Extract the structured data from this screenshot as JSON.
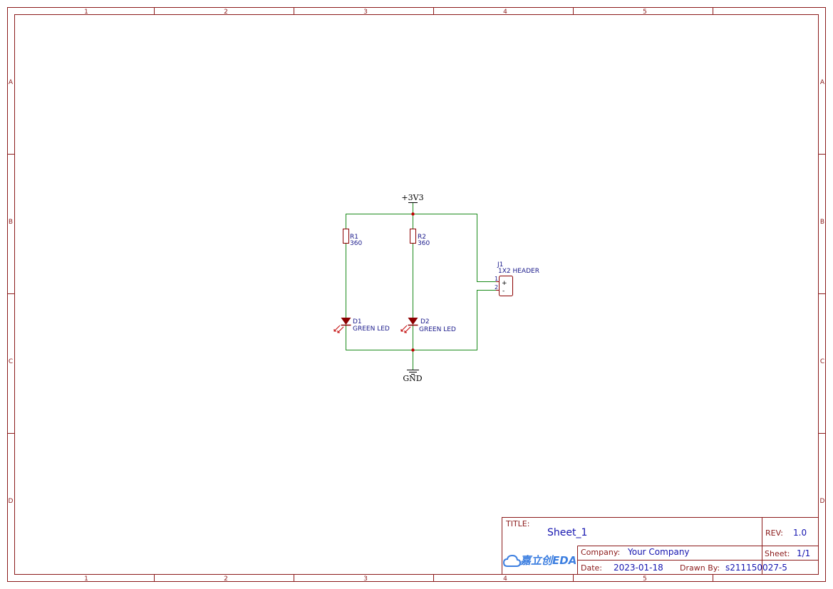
{
  "colors": {
    "frame": "#8b1a1a",
    "wire": "#1a8a1a",
    "component": "#8b0000",
    "text_blue": "#1515b0",
    "junction": "#c00000",
    "logo": "#3d7fe0"
  },
  "frame": {
    "columns": [
      "1",
      "2",
      "3",
      "4",
      "5"
    ],
    "rows": [
      "A",
      "B",
      "C",
      "D"
    ]
  },
  "schematic": {
    "power_label": "+3V3",
    "ground_label": "GND",
    "r1": {
      "ref": "R1",
      "value": "360"
    },
    "r2": {
      "ref": "R2",
      "value": "360"
    },
    "d1": {
      "ref": "D1",
      "value": "GREEN LED"
    },
    "d2": {
      "ref": "D2",
      "value": "GREEN LED"
    },
    "j1": {
      "ref": "J1",
      "value": "1X2 HEADER",
      "pin1": "1",
      "pin2": "2",
      "pin1_sym": "+",
      "pin2_sym": "-"
    }
  },
  "title_block": {
    "title_label": "TITLE:",
    "title": "Sheet_1",
    "rev_label": "REV:",
    "rev": "1.0",
    "company_label": "Company:",
    "company": "Your Company",
    "sheet_label": "Sheet:",
    "sheet": "1/1",
    "date_label": "Date:",
    "date": "2023-01-18",
    "drawn_by_label": "Drawn By:",
    "drawn_by": "s211150027-5",
    "logo_text": "嘉立创EDA",
    "logo_icon": "cloud-icon"
  }
}
